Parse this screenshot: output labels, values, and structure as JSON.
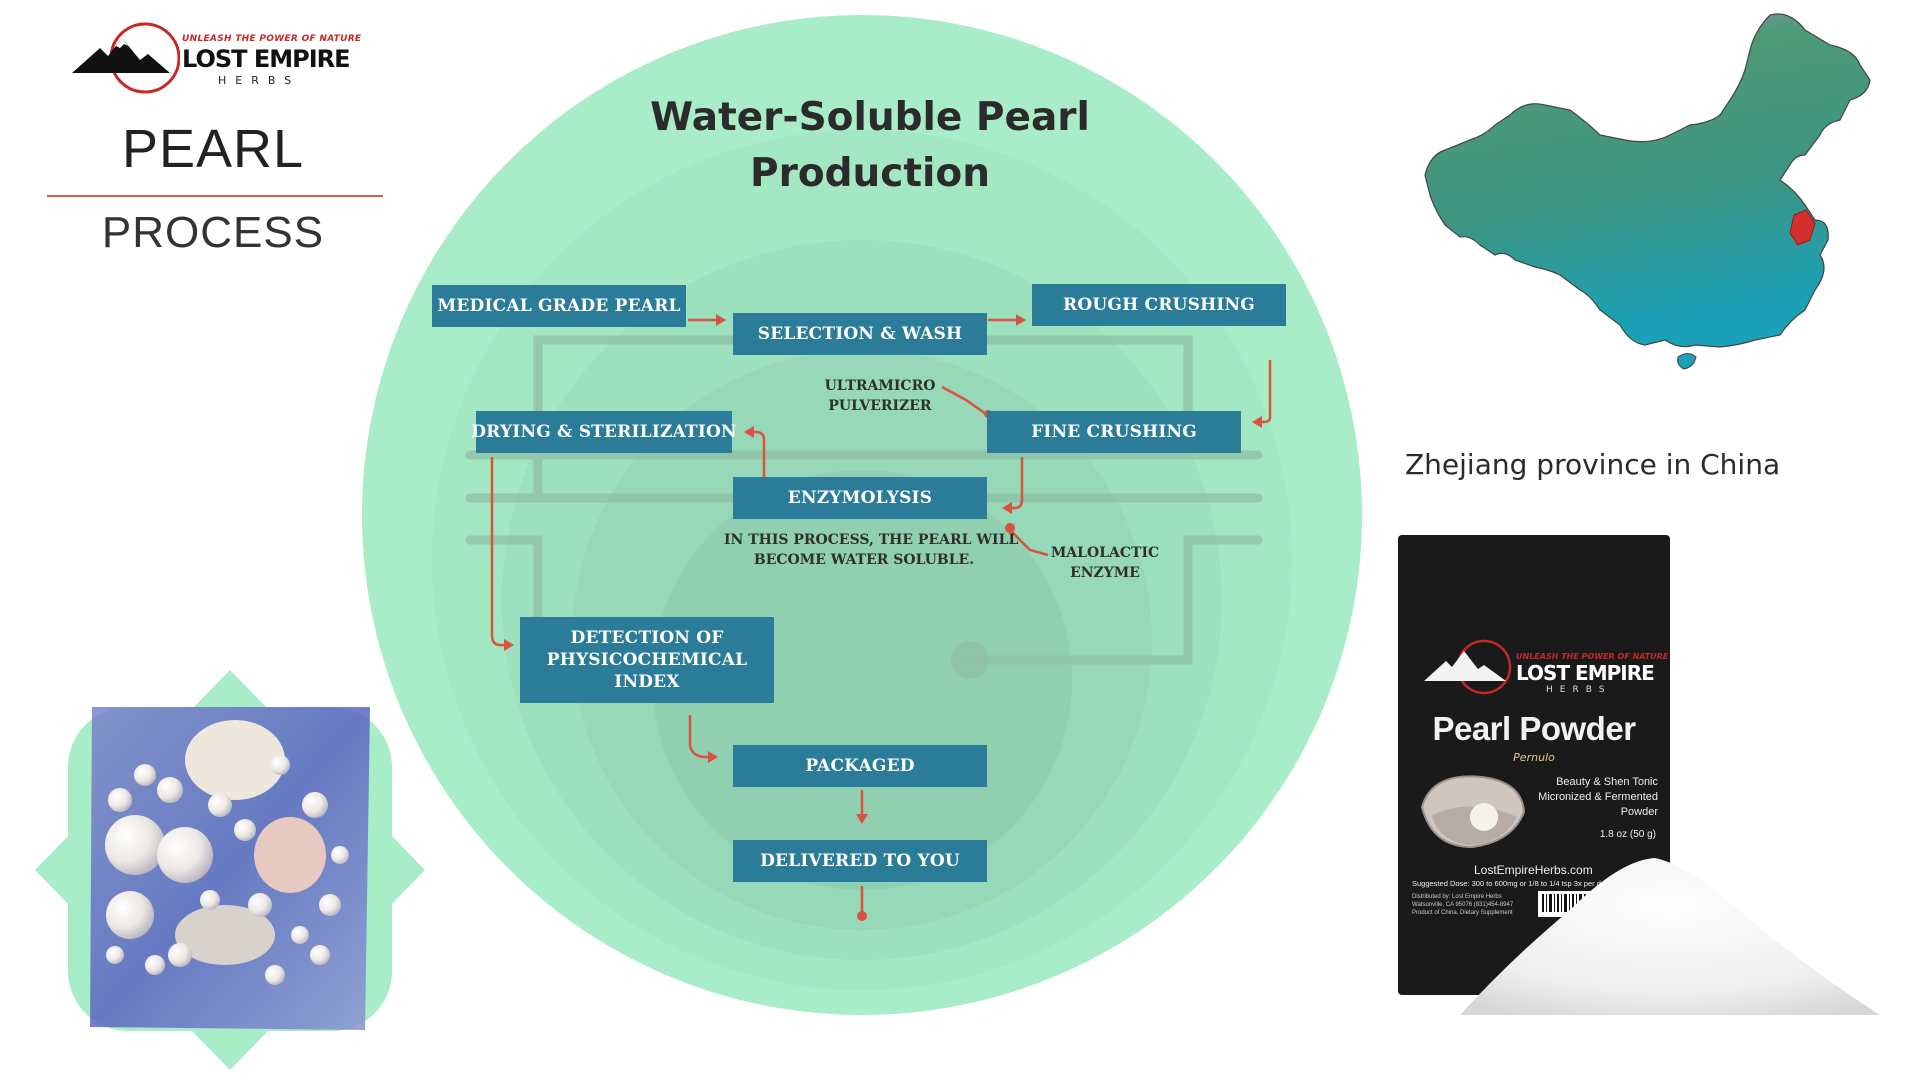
{
  "logo": {
    "tagline": "UNLEASH THE POWER OF NATURE",
    "brand": "LOST EMPIRE",
    "sub": "HERBS"
  },
  "page": {
    "title": "PEARL",
    "subtitle": "PROCESS"
  },
  "diagram": {
    "title_line1": "Water-Soluble Pearl",
    "title_line2": "Production",
    "steps": {
      "medical_grade_pearl": "MEDICAL GRADE PEARL",
      "selection_wash": "SELECTION & WASH",
      "rough_crushing": "ROUGH CRUSHING",
      "fine_crushing": "FINE CRUSHING",
      "drying_sterilization": "DRYING & STERILIZATION",
      "enzymolysis": "ENZYMOLYSIS",
      "detection_line1": "DETECTION OF",
      "detection_line2": "PHYSICOCHEMICAL",
      "detection_line3": "INDEX",
      "packaged": "PACKAGED",
      "delivered": "DELIVERED TO YOU"
    },
    "notes": {
      "ultramicro_line1": "ULTRAMICRO",
      "ultramicro_line2": "PULVERIZER",
      "process_line1": "IN THIS PROCESS, THE PEARL WILL",
      "process_line2": "BECOME WATER SOLUBLE.",
      "malolactic_line1": "MALOLACTIC",
      "malolactic_line2": "ENZYME"
    },
    "colors": {
      "circle": "#a8ecc8",
      "box": "#2b7c99",
      "arrow": "#d9533f"
    }
  },
  "map": {
    "caption": "Zhejiang province in China",
    "highlight_color": "#d32f2f"
  },
  "product": {
    "tagline": "UNLEASH THE POWER OF NATURE",
    "brand": "LOST EMPIRE",
    "sub": "HERBS",
    "name": "Pearl Powder",
    "latin": "Pernulo",
    "desc_line1": "Beauty & Shen Tonic",
    "desc_line2": "Micronized & Fermented",
    "desc_line3": "Powder",
    "weight": "1.8 oz (50 g)",
    "url": "LostEmpireHerbs.com",
    "dose": "Suggested Dose: 300 to 600mg or 1/8 to 1/4 tsp 3x per day",
    "distrib_line1": "Distributed by: Lost Empire Herbs",
    "distrib_line2": "Watsonville, CA 95076 (831)454-8947",
    "distrib_line3": "Product of China. Dietary Supplement"
  },
  "icons": [
    "mountain-logo-icon",
    "china-map-icon",
    "pearls-photo",
    "pearl-powder-pouch-photo"
  ]
}
